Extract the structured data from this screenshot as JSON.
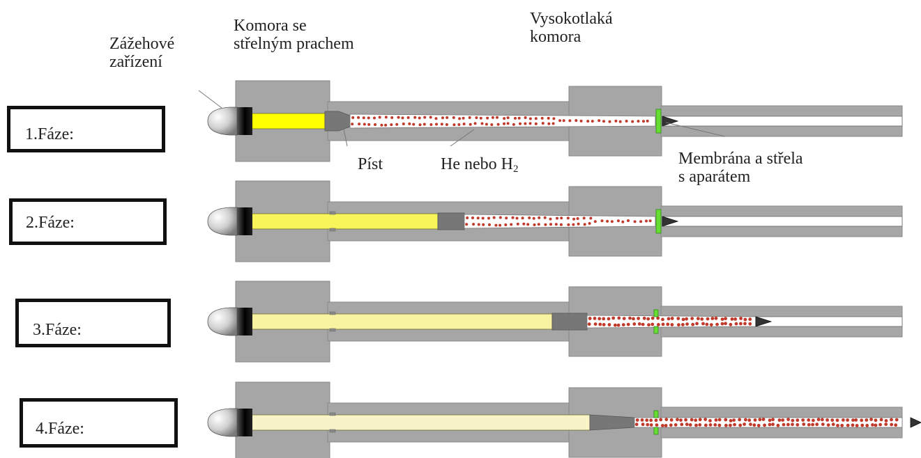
{
  "labels": {
    "igniter_line1": "Zážehové",
    "igniter_line2": "zařízení",
    "powder_line1": "Komora se",
    "powder_line2": "střelným prachem",
    "hp_line1": "Vysokotlaká",
    "hp_line2": "komora",
    "piston": "Píst",
    "gas_text": "He nebo H",
    "gas_sub": "2",
    "membrane_line1": "Membrána a střela",
    "membrane_line2": "s aparátem"
  },
  "phases": [
    {
      "label": "1.Fáze:"
    },
    {
      "label": "2.Fáze:"
    },
    {
      "label": "3.Fáze:"
    },
    {
      "label": "4.Fáze:"
    }
  ],
  "colors": {
    "body": "#a6a6a6",
    "body_stroke": "#8a8a8a",
    "gas_dots": "#c0392b",
    "membrane": "#66dd33",
    "igniter_dark": "#1a1a1a",
    "powder_phase1": "#ffff00",
    "powder_phase2": "#f7f55a",
    "powder_phase3": "#f7f3a0",
    "powder_phase4": "#f8f4c8"
  }
}
